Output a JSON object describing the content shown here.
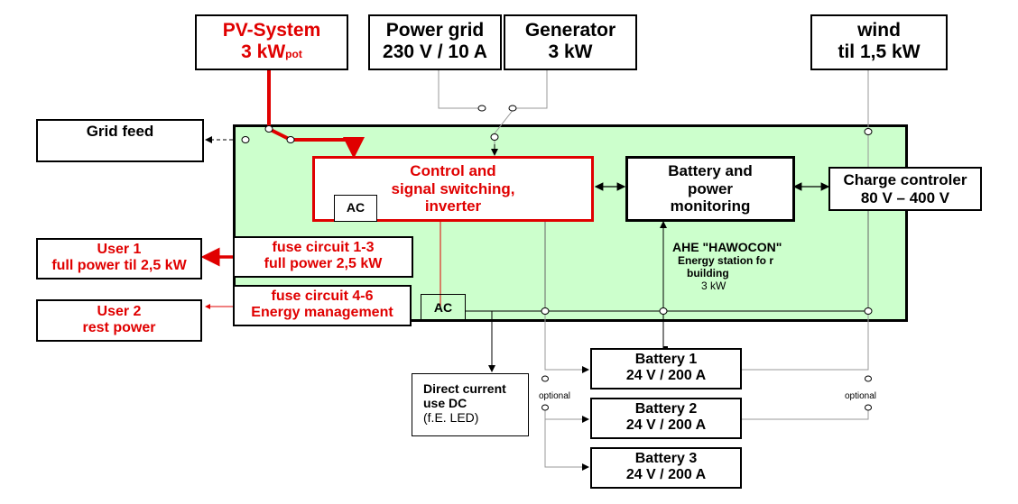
{
  "sources": {
    "pv": {
      "line1": "PV-System",
      "line2": "3 kW",
      "sub": "pot"
    },
    "grid": {
      "line1": "Power grid",
      "line2": "230 V / 10 A"
    },
    "generator": {
      "line1": "Generator",
      "line2": "3 kW"
    },
    "wind": {
      "line1": "wind",
      "line2": "til 1,5 kW"
    }
  },
  "grid_feed": "Grid feed",
  "control": {
    "line1": "Control and",
    "line2": "signal switching,",
    "line3": "inverter"
  },
  "ac_labels": {
    "upper": "AC",
    "lower": "AC"
  },
  "battery_monitor": {
    "line1": "Battery and",
    "line2": "power",
    "line3": "monitoring"
  },
  "charge_controller": {
    "line1": "Charge controler",
    "line2": "80 V – 400 V"
  },
  "station": {
    "name": "AHE \"HAWOCON\"",
    "desc1": "Energy station  fo r",
    "desc2": "building",
    "power": "3  kW"
  },
  "fuse1": {
    "line1": "fuse circuit 1-3",
    "line2": "full power 2,5 kW"
  },
  "fuse2": {
    "line1": "fuse circuit 4-6",
    "line2": "Energy management"
  },
  "user1": {
    "line1": "User 1",
    "line2": "full power til 2,5 kW"
  },
  "user2": {
    "line1": "User 2",
    "line2": "rest power"
  },
  "dc_use": {
    "line1": "Direct current",
    "line2": "use DC",
    "line3": "(f.E. LED)"
  },
  "batteries": [
    {
      "name": "Battery 1",
      "spec": "24 V / 200 A"
    },
    {
      "name": "Battery 2",
      "spec": "24 V / 200 A"
    },
    {
      "name": "Battery 3",
      "spec": "24 V / 200 A"
    }
  ],
  "optional_labels": [
    "optional",
    "optional"
  ],
  "colors": {
    "station_fill": "#ccffcc",
    "red": "#e00000",
    "gray_wire": "#999999"
  }
}
